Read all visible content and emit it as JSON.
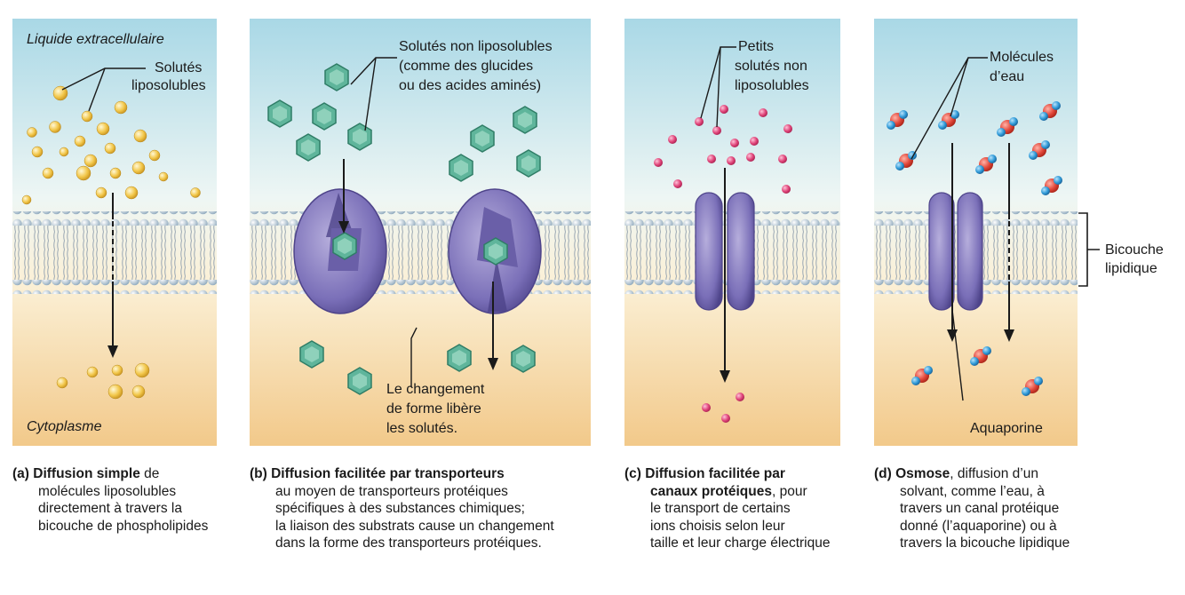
{
  "panel_a": {
    "extracellular": "Liquide extracellulaire",
    "solutes_label": [
      "Solutés",
      "liposolubles"
    ],
    "cytoplasm": "Cytoplasme"
  },
  "panel_b": {
    "solutes_label": [
      "Solutés non liposolubles",
      "(comme des glucides",
      "ou des acides aminés)"
    ],
    "change_label": [
      "Le changement",
      "de forme libère",
      "les solutés."
    ]
  },
  "panel_c": {
    "solutes_label": [
      "Petits",
      "solutés non",
      "liposolubles"
    ]
  },
  "panel_d": {
    "water_label": [
      "Molécules",
      "d’eau"
    ],
    "aquaporin": "Aquaporine"
  },
  "bilayer_label": [
    "Bicouche",
    "lipidique"
  ],
  "captions": [
    {
      "letter": "(a)",
      "bold": "Diffusion simple",
      "rest_first": " de",
      "lines": [
        "molécules liposolubles",
        "directement à travers la",
        "bicouche de phospholipides"
      ]
    },
    {
      "letter": "(b)",
      "bold": "Diffusion facilitée par transporteurs",
      "rest_first": "",
      "lines": [
        "au moyen de transporteurs protéiques",
        "spécifiques à des substances chimiques;",
        "la liaison des substrats cause un changement",
        "dans la forme des transporteurs protéiques."
      ]
    },
    {
      "letter": "(c)",
      "bold": "Diffusion facilitée par",
      "rest_first": "",
      "bold2": "canaux protéiques",
      "rest2": ", pour",
      "lines": [
        "le transport de certains",
        "ions choisis selon leur",
        "taille et leur charge électrique"
      ]
    },
    {
      "letter": "(d)",
      "bold": "Osmose",
      "rest_first": ", diffusion d’un",
      "lines": [
        "solvant, comme l’eau, à",
        "travers un canal protéique",
        "donné (l’aquaporine) ou à",
        "travers la bicouche lipidique"
      ]
    }
  ],
  "colors": {
    "sky_top": "#a9d8e6",
    "fluid_bottom": "#f2c98a",
    "protein": "#7a6fb8",
    "hexagon": "#5fb59b",
    "lipo_solute": "#f2c74a",
    "ion": "#e0457a",
    "oxygen": "#e2473a",
    "hydrogen": "#2f9ad8"
  }
}
